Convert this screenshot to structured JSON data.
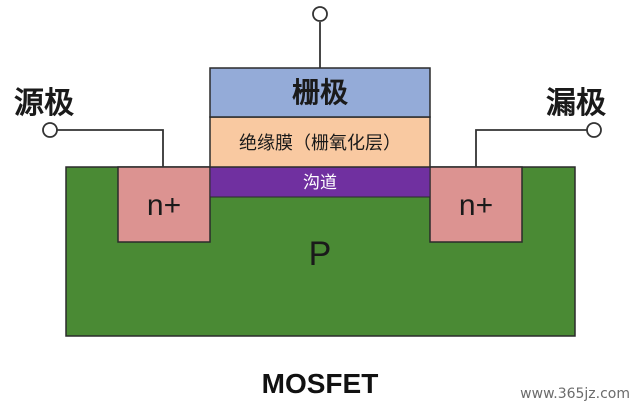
{
  "labels": {
    "source": "源极",
    "drain": "漏极",
    "gate": "栅极",
    "insulator": "绝缘膜（栅氧化层）",
    "channel": "沟道",
    "n_plus_left": "n+",
    "n_plus_right": "n+",
    "substrate": "P",
    "title": "MOSFET",
    "watermark": "www.365jz.com"
  },
  "colors": {
    "substrate": "#4a8a34",
    "n_plus": "#dc9391",
    "gate": "#94abd8",
    "insulator": "#f9c9a1",
    "channel": "#7030a0",
    "outline": "#2b2b2b"
  }
}
